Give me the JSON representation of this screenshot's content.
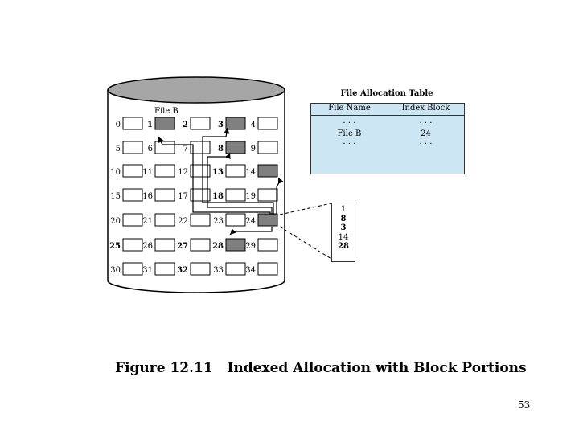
{
  "disk": {
    "file_label": "File B",
    "blocks": [
      {
        "n": "0",
        "shaded": false,
        "bold": false
      },
      {
        "n": "1",
        "shaded": true,
        "bold": true
      },
      {
        "n": "2",
        "shaded": false,
        "bold": true
      },
      {
        "n": "3",
        "shaded": true,
        "bold": true
      },
      {
        "n": "4",
        "shaded": false,
        "bold": false
      },
      {
        "n": "5",
        "shaded": false,
        "bold": false
      },
      {
        "n": "6",
        "shaded": false,
        "bold": false
      },
      {
        "n": "7",
        "shaded": false,
        "bold": false
      },
      {
        "n": "8",
        "shaded": true,
        "bold": true
      },
      {
        "n": "9",
        "shaded": false,
        "bold": false
      },
      {
        "n": "10",
        "shaded": false,
        "bold": false
      },
      {
        "n": "11",
        "shaded": false,
        "bold": false
      },
      {
        "n": "12",
        "shaded": false,
        "bold": false
      },
      {
        "n": "13",
        "shaded": false,
        "bold": true
      },
      {
        "n": "14",
        "shaded": true,
        "bold": false
      },
      {
        "n": "15",
        "shaded": false,
        "bold": false
      },
      {
        "n": "16",
        "shaded": false,
        "bold": false
      },
      {
        "n": "17",
        "shaded": false,
        "bold": false
      },
      {
        "n": "18",
        "shaded": false,
        "bold": true
      },
      {
        "n": "19",
        "shaded": false,
        "bold": false
      },
      {
        "n": "20",
        "shaded": false,
        "bold": false
      },
      {
        "n": "21",
        "shaded": false,
        "bold": false
      },
      {
        "n": "22",
        "shaded": false,
        "bold": false
      },
      {
        "n": "23",
        "shaded": false,
        "bold": false
      },
      {
        "n": "24",
        "shaded": true,
        "bold": false
      },
      {
        "n": "25",
        "shaded": false,
        "bold": true
      },
      {
        "n": "26",
        "shaded": false,
        "bold": false
      },
      {
        "n": "27",
        "shaded": false,
        "bold": true
      },
      {
        "n": "28",
        "shaded": true,
        "bold": true
      },
      {
        "n": "29",
        "shaded": false,
        "bold": false
      },
      {
        "n": "30",
        "shaded": false,
        "bold": false
      },
      {
        "n": "31",
        "shaded": false,
        "bold": false
      },
      {
        "n": "32",
        "shaded": false,
        "bold": true
      },
      {
        "n": "33",
        "shaded": false,
        "bold": false
      },
      {
        "n": "34",
        "shaded": false,
        "bold": false
      }
    ]
  },
  "fat": {
    "title": "File Allocation Table",
    "col_name": "File Name",
    "col_index": "Index Block",
    "rows": [
      {
        "name": "· · ·",
        "index": "· · ·"
      },
      {
        "name": "File B",
        "index": "24"
      },
      {
        "name": "· · ·",
        "index": "· · ·"
      }
    ]
  },
  "index_block": [
    {
      "v": "1",
      "bold": false
    },
    {
      "v": "8",
      "bold": true
    },
    {
      "v": "3",
      "bold": true
    },
    {
      "v": "14",
      "bold": false
    },
    {
      "v": "28",
      "bold": true
    }
  ],
  "caption": "Figure 12.11   Indexed Allocation with Block Portions",
  "page_number": "53",
  "colors": {
    "shaded_block": "#808080",
    "fat_bg": "#cce6f4",
    "cylinder_top": "#a6a6a6"
  }
}
